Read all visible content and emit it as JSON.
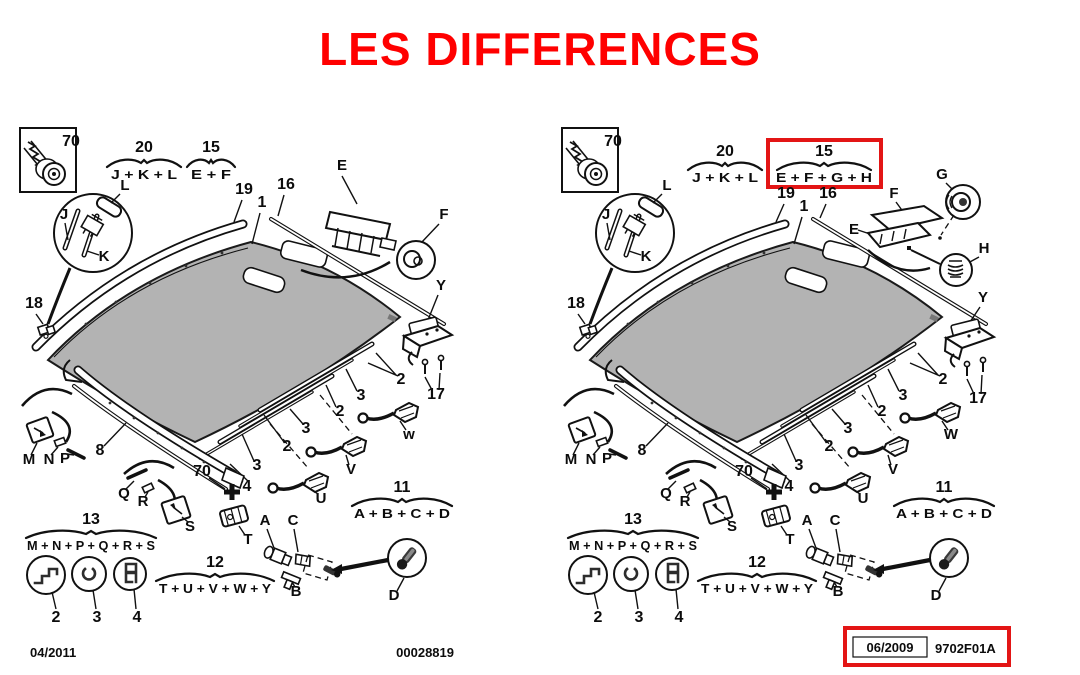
{
  "title": "LES DIFFERENCES",
  "colors": {
    "title_red": "#ff0000",
    "highlight_red": "#e31515",
    "panel_gray": "#b3b3b3"
  },
  "left": {
    "box70": "70",
    "g20": {
      "num": "20",
      "items": "J + K + L"
    },
    "g15": {
      "num": "15",
      "items": "E + F"
    },
    "callout": {
      "j": "J",
      "k": "K",
      "l": "L"
    },
    "nums": {
      "n19": "19",
      "n1": "1",
      "n16": "16",
      "n18": "18",
      "n17": "17",
      "n8": "8",
      "n70": "70",
      "n4": "4",
      "n2a": "2",
      "n2b": "2",
      "n2c": "2",
      "n3a": "3",
      "n3b": "3",
      "n3c": "3"
    },
    "letters": {
      "e": "E",
      "f": "F",
      "y": "Y",
      "w": "w",
      "m": "M",
      "n": "N",
      "p": "P",
      "q": "Q",
      "r": "R",
      "s": "S",
      "t": "T",
      "u": "U",
      "v": "V",
      "a": "A",
      "b": "B",
      "c": "C",
      "d": "D"
    },
    "g13": {
      "num": "13",
      "items": "M + N + P + Q + R + S"
    },
    "g12": {
      "num": "12",
      "items": "T + U + V + W + Y"
    },
    "g11": {
      "num": "11",
      "items": "A + B + C + D"
    },
    "clips": {
      "c2": "2",
      "c3": "3",
      "c4": "4"
    },
    "footer": {
      "date": "04/2011",
      "ref": "00028819"
    }
  },
  "right": {
    "box70": "70",
    "g20": {
      "num": "20",
      "items": "J + K + L"
    },
    "g15": {
      "num": "15",
      "items": "E + F + G + H"
    },
    "callout": {
      "j": "J",
      "k": "K",
      "l": "L"
    },
    "nums": {
      "n19": "19",
      "n1": "1",
      "n16": "16",
      "n18": "18",
      "n17": "17",
      "n8": "8",
      "n70": "70",
      "n4": "4",
      "n2a": "2",
      "n2b": "2",
      "n2c": "2",
      "n3a": "3",
      "n3b": "3",
      "n3c": "3"
    },
    "letters": {
      "e": "E",
      "f": "F",
      "g": "G",
      "h": "H",
      "y": "Y",
      "w": "W",
      "m": "M",
      "n": "N",
      "p": "P",
      "q": "Q",
      "r": "R",
      "s": "S",
      "t": "T",
      "u": "U",
      "v": "V",
      "a": "A",
      "b": "B",
      "c": "C",
      "d": "D"
    },
    "g13": {
      "num": "13",
      "items": "M + N + P + Q + R + S"
    },
    "g12": {
      "num": "12",
      "items": "T + U + V + W + Y"
    },
    "g11": {
      "num": "11",
      "items": "A + B + C + D"
    },
    "clips": {
      "c2": "2",
      "c3": "3",
      "c4": "4"
    },
    "footer": {
      "date": "06/2009",
      "ref": "9702F01A"
    }
  }
}
